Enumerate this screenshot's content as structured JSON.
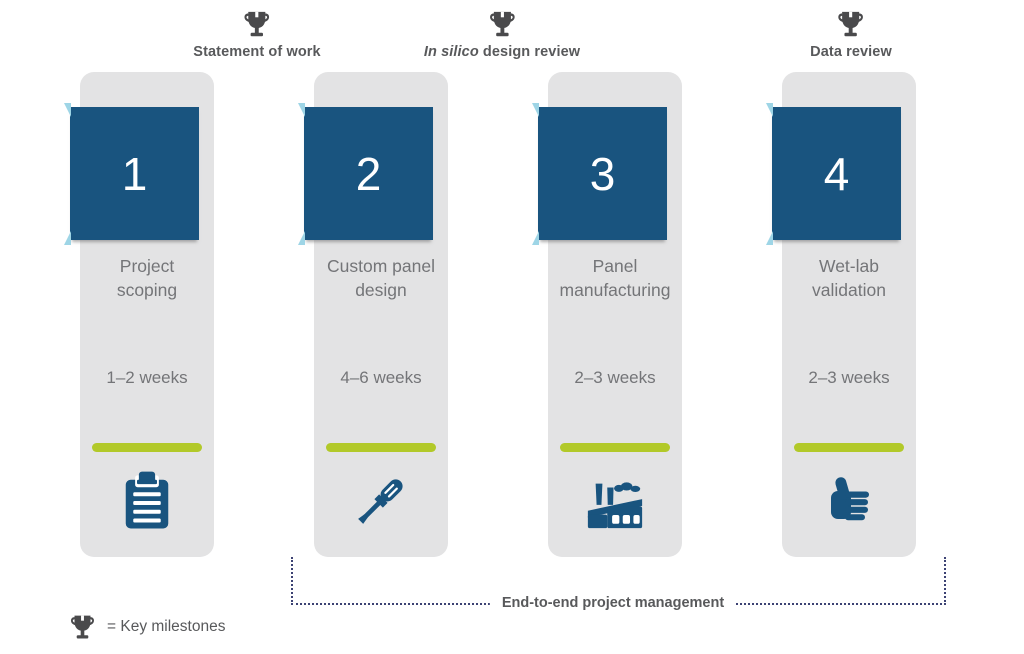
{
  "colors": {
    "dark_blue": "#19547f",
    "light_blue_accent": "#9ed5e6",
    "card_gray": "#e3e3e4",
    "green_bar": "#b2c929",
    "body_text_gray": "#747578",
    "heading_gray": "#58595b",
    "trophy_gray": "#4a4a4c",
    "dotted_line_navy": "#3c4273"
  },
  "milestones": [
    {
      "label": "Statement of work"
    },
    {
      "label_italic": "In silico",
      "label": " design review"
    },
    {
      "label": "Data review"
    }
  ],
  "steps": [
    {
      "number": "1",
      "title_line1": "Project",
      "title_line2": "scoping",
      "duration": "1–2 weeks",
      "icon": "clipboard-icon"
    },
    {
      "number": "2",
      "title_line1": "Custom panel",
      "title_line2": "design",
      "duration": "4–6 weeks",
      "icon": "screwdriver-icon"
    },
    {
      "number": "3",
      "title_line1": "Panel",
      "title_line2": "manufacturing",
      "duration": "2–3 weeks",
      "icon": "factory-icon"
    },
    {
      "number": "4",
      "title_line1": "Wet-lab",
      "title_line2": "validation",
      "duration": "2–3 weeks",
      "icon": "thumbs-up-icon"
    }
  ],
  "bracket": {
    "label": "End-to-end project management"
  },
  "legend": {
    "label": "= Key milestones"
  }
}
